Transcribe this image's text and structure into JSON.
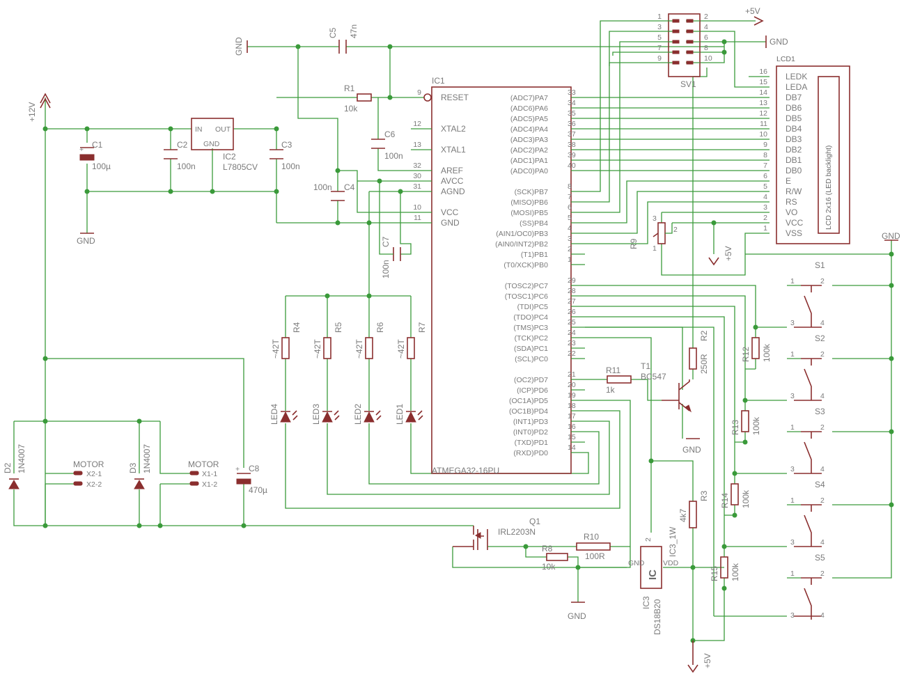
{
  "ic1": {
    "ref": "IC1",
    "part": "ATMEGA32-16PU",
    "left_pins": [
      {
        "num": "9",
        "name": "RESET"
      },
      {
        "num": "12",
        "name": "XTAL2"
      },
      {
        "num": "13",
        "name": "XTAL1"
      },
      {
        "num": "32",
        "name": "AREF"
      },
      {
        "num": "30",
        "name": "AVCC"
      },
      {
        "num": "31",
        "name": "AGND"
      },
      {
        "num": "10",
        "name": "VCC"
      },
      {
        "num": "11",
        "name": "GND"
      }
    ],
    "right_pins": [
      {
        "num": "33",
        "name": "(ADC7)PA7"
      },
      {
        "num": "34",
        "name": "(ADC6)PA6"
      },
      {
        "num": "35",
        "name": "(ADC5)PA5"
      },
      {
        "num": "36",
        "name": "(ADC4)PA4"
      },
      {
        "num": "37",
        "name": "(ADC3)PA3"
      },
      {
        "num": "38",
        "name": "(ADC2)PA2"
      },
      {
        "num": "39",
        "name": "(ADC1)PA1"
      },
      {
        "num": "40",
        "name": "(ADC0)PA0"
      },
      {
        "num": "8",
        "name": "(SCK)PB7"
      },
      {
        "num": "7",
        "name": "(MISO)PB6"
      },
      {
        "num": "6",
        "name": "(MOSI)PB5"
      },
      {
        "num": "5",
        "name": "(SS)PB4"
      },
      {
        "num": "4",
        "name": "(AIN1/OC0)PB3"
      },
      {
        "num": "3",
        "name": "(AIN0/INT2)PB2"
      },
      {
        "num": "2",
        "name": "(T1)PB1"
      },
      {
        "num": "1",
        "name": "(T0/XCK)PB0"
      },
      {
        "num": "29",
        "name": "(TOSC2)PC7"
      },
      {
        "num": "28",
        "name": "(TOSC1)PC6"
      },
      {
        "num": "27",
        "name": "(TDI)PC5"
      },
      {
        "num": "26",
        "name": "(TDO)PC4"
      },
      {
        "num": "25",
        "name": "(TMS)PC3"
      },
      {
        "num": "24",
        "name": "(TCK)PC2"
      },
      {
        "num": "23",
        "name": "(SDA)PC1"
      },
      {
        "num": "22",
        "name": "(SCL)PC0"
      },
      {
        "num": "21",
        "name": "(OC2)PD7"
      },
      {
        "num": "20",
        "name": "(ICP)PD6"
      },
      {
        "num": "19",
        "name": "(OC1A)PD5"
      },
      {
        "num": "18",
        "name": "(OC1B)PD4"
      },
      {
        "num": "17",
        "name": "(INT1)PD3"
      },
      {
        "num": "16",
        "name": "(INT0)PD2"
      },
      {
        "num": "15",
        "name": "(TXD)PD1"
      },
      {
        "num": "14",
        "name": "(RXD)PD0"
      }
    ]
  },
  "lcd1": {
    "ref": "LCD1",
    "label": "LCD 2x16 (LED backlight)",
    "pins": [
      {
        "num": "16",
        "name": "LEDK"
      },
      {
        "num": "15",
        "name": "LEDA"
      },
      {
        "num": "14",
        "name": "DB7"
      },
      {
        "num": "13",
        "name": "DB6"
      },
      {
        "num": "12",
        "name": "DB5"
      },
      {
        "num": "11",
        "name": "DB4"
      },
      {
        "num": "10",
        "name": "DB3"
      },
      {
        "num": "9",
        "name": "DB2"
      },
      {
        "num": "8",
        "name": "DB1"
      },
      {
        "num": "7",
        "name": "DB0"
      },
      {
        "num": "6",
        "name": "E"
      },
      {
        "num": "5",
        "name": "R/W"
      },
      {
        "num": "4",
        "name": "RS"
      },
      {
        "num": "3",
        "name": "VO"
      },
      {
        "num": "2",
        "name": "VCC"
      },
      {
        "num": "1",
        "name": "VSS"
      }
    ]
  },
  "sv1": {
    "ref": "SV1",
    "left_pins": [
      "1",
      "3",
      "5",
      "7",
      "9"
    ],
    "right_pins": [
      "2",
      "4",
      "6",
      "8",
      "10"
    ]
  },
  "power": {
    "p12v": "+12V",
    "p5v": "+5V",
    "gnd": "GND"
  },
  "parts": {
    "c1": {
      "ref": "C1",
      "value": "100µ"
    },
    "c2": {
      "ref": "C2",
      "value": "100n"
    },
    "c3": {
      "ref": "C3",
      "value": "100n"
    },
    "c4": {
      "ref": "C4",
      "value": "100n"
    },
    "c5": {
      "ref": "C5",
      "value": "47n"
    },
    "c6": {
      "ref": "C6",
      "value": "100n"
    },
    "c7": {
      "ref": "C7",
      "value": "100n"
    },
    "c8": {
      "ref": "C8",
      "value": "470µ"
    },
    "ic2": {
      "ref": "IC2",
      "value": "L7805CV",
      "in": "IN",
      "out": "OUT",
      "gnd": "GND"
    },
    "r1": {
      "ref": "R1",
      "value": "10k"
    },
    "r2": {
      "ref": "R2",
      "value": "250R"
    },
    "r3": {
      "ref": "R3",
      "value": "4k7"
    },
    "r4": {
      "ref": "R4",
      "value": "~42T"
    },
    "r5": {
      "ref": "R5",
      "value": "~42T"
    },
    "r6": {
      "ref": "R6",
      "value": "~42T"
    },
    "r7": {
      "ref": "R7",
      "value": "~42T"
    },
    "r8": {
      "ref": "R8",
      "value": "10k"
    },
    "r9": {
      "ref": "R9"
    },
    "r10": {
      "ref": "R10",
      "value": "100R"
    },
    "r11": {
      "ref": "R11",
      "value": "1k"
    },
    "r12": {
      "ref": "R12",
      "value": "100k"
    },
    "r13": {
      "ref": "R13",
      "value": "100k"
    },
    "r14": {
      "ref": "R14",
      "value": "100k"
    },
    "r15": {
      "ref": "R15",
      "value": "100k"
    },
    "led1": {
      "ref": "LED1"
    },
    "led2": {
      "ref": "LED2"
    },
    "led3": {
      "ref": "LED3"
    },
    "led4": {
      "ref": "LED4"
    },
    "d2": {
      "ref": "D2",
      "value": "1N4007"
    },
    "d3": {
      "ref": "D3",
      "value": "1N4007"
    },
    "t1": {
      "ref": "T1",
      "value": "BC547"
    },
    "q1": {
      "ref": "Q1",
      "value": "IRL2203N"
    },
    "ic3": {
      "ref": "IC3",
      "value": "DS18B20",
      "mark": "IC",
      "alt": "IC3_1W",
      "pin_gnd": "GND",
      "pin_vdd": "VDD",
      "pin2": "2"
    },
    "x2": {
      "title": "MOTOR",
      "p1": "X2-1",
      "p2": "X2-2"
    },
    "x1": {
      "title": "MOTOR",
      "p1": "X1-1",
      "p2": "X1-2"
    },
    "s1": {
      "ref": "S1"
    },
    "s2": {
      "ref": "S2"
    },
    "s3": {
      "ref": "S3"
    },
    "s4": {
      "ref": "S4"
    },
    "s5": {
      "ref": "S5"
    },
    "sw_pins": {
      "a": "1",
      "b": "2",
      "c": "3",
      "d": "4"
    },
    "pot_pins": {
      "a": "1",
      "b": "2",
      "c": "3"
    }
  }
}
